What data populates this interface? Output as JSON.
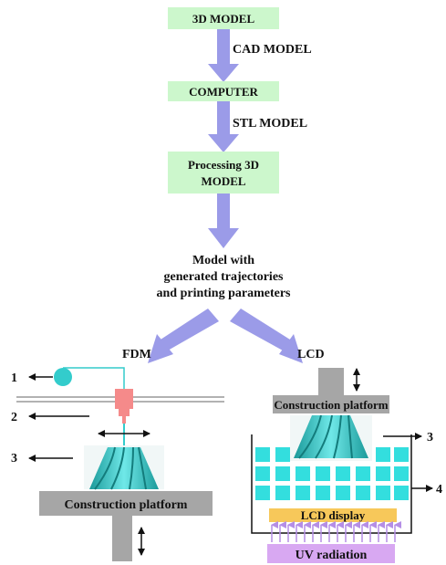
{
  "flow": {
    "box_3d_model": "3D MODEL",
    "edge_cad_model": "CAD MODEL",
    "box_computer": "COMPUTER",
    "edge_stl_model": "STL MODEL",
    "box_processing_line1": "Processing 3D",
    "box_processing_line2": "MODEL",
    "output_line1": "Model with",
    "output_line2": "generated trajectories",
    "output_line3": "and printing parameters"
  },
  "fdm": {
    "title": "FDM",
    "marker_1": "1",
    "marker_2": "2",
    "marker_3": "3",
    "platform_label": "Construction platform"
  },
  "lcd": {
    "title": "LCD",
    "platform_label": "Construction platform",
    "marker_3": "3",
    "marker_4": "4",
    "display_label": "LCD display",
    "uv_label": "UV radiation"
  },
  "colors": {
    "box_fill": "#ccf7cc",
    "flow_arrow": "#9b9be8",
    "print_part": "#3fcfcf",
    "extruder": "#f58a8a",
    "filament_spool": "#33cccc",
    "platform": "#a6a6a6",
    "lcd_cells": "#33dede",
    "lcd_display": "#f7c85a",
    "uv_fill": "#d8a8f2",
    "uv_arrows": "#b58ee6"
  },
  "icons": [
    "double-arrow-vertical-icon",
    "double-arrow-horizontal-icon",
    "arrow-left-icon",
    "arrow-right-icon"
  ]
}
